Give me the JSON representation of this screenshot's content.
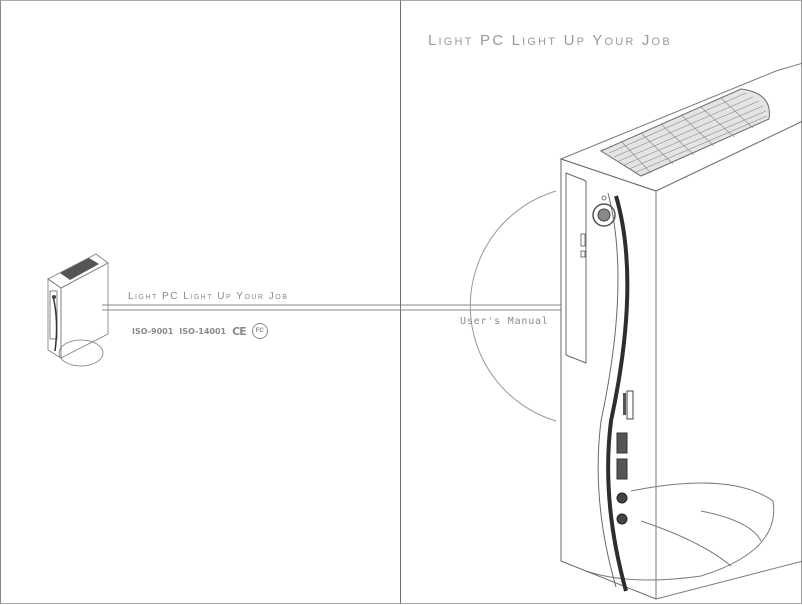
{
  "left_page": {
    "slogan": "Light PC Light Up Your Job",
    "certifications": {
      "iso_9001": "ISO-9001",
      "iso_14001": "ISO-14001",
      "ce_mark": "CE",
      "fc_mark": "FC"
    }
  },
  "right_page": {
    "slogan": "Light PC Light Up Your Job",
    "subtitle": "User's Manual"
  },
  "colors": {
    "line_art": "#8a8a8a",
    "text": "#8c8c8c",
    "background": "#ffffff"
  }
}
